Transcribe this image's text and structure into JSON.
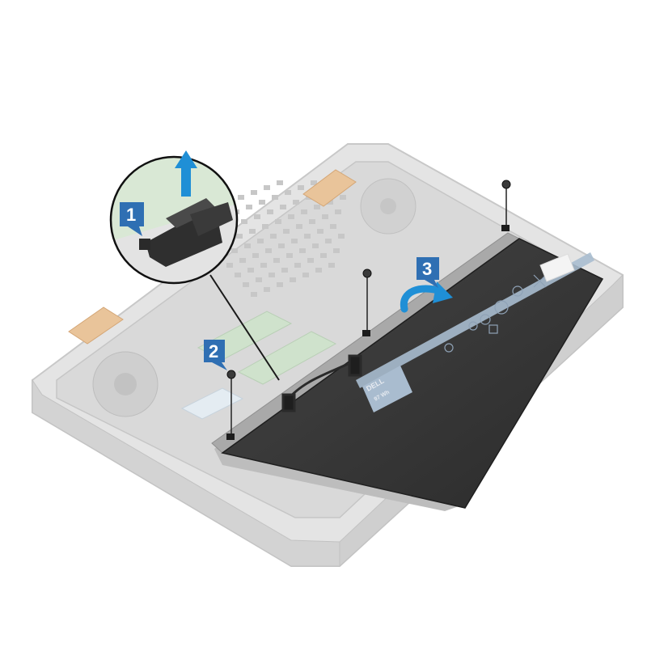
{
  "figure": {
    "title": "Battery removal",
    "subject": "Laptop base, bottom cover removed",
    "colors": {
      "callout_blue": "#2f6fb3",
      "arrow_blue": "#1f8fd6",
      "chassis": "#dcdcdc",
      "chassis_edge": "#c4c4c4",
      "battery": "#3a3a3a",
      "battery_label": "#a9bccf",
      "board": "#cfe0cc",
      "copper": "#e8b884"
    }
  },
  "callouts": [
    {
      "number": "1",
      "meaning": "Disconnect the battery cable from the system board"
    },
    {
      "number": "2",
      "meaning": "Remove the screws securing the battery"
    },
    {
      "number": "3",
      "meaning": "Lift the battery out of the computer"
    }
  ],
  "battery": {
    "brand": "DELL",
    "capacity_label": "97 Wh"
  },
  "screws": {
    "count": 3
  },
  "icons": [
    "arrow-up-icon",
    "curved-lift-arrow-icon",
    "screw-icon",
    "zoom-inset"
  ]
}
